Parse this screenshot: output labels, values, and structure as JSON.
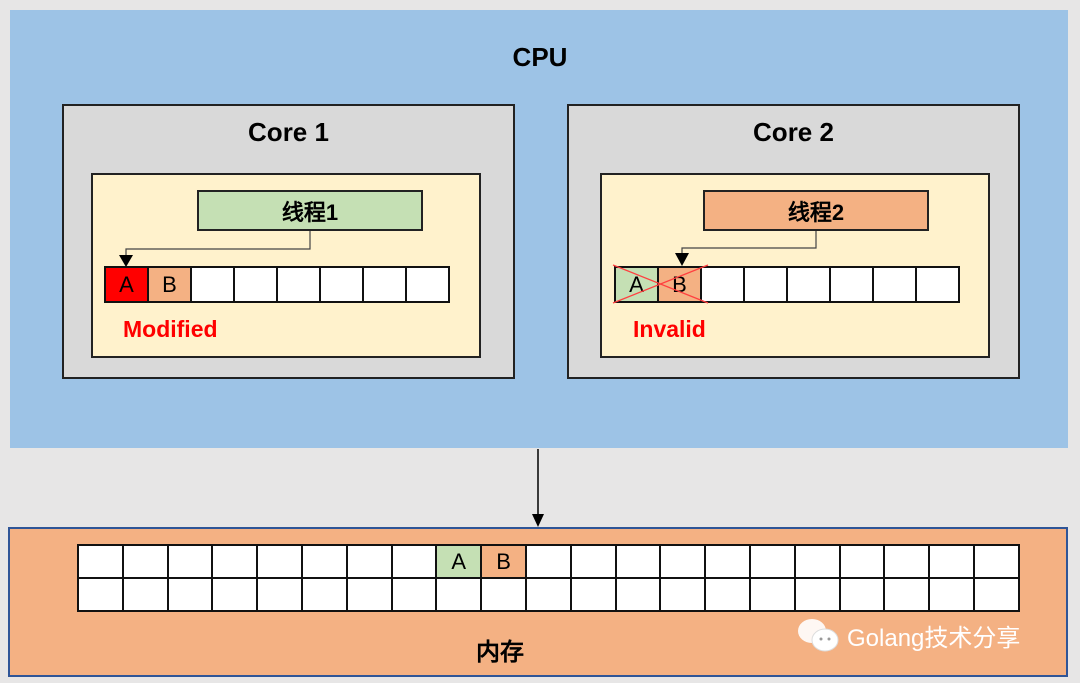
{
  "cpu": {
    "label": "CPU"
  },
  "cores": [
    {
      "label": "Core 1",
      "thread": "线程1",
      "state": "Modified",
      "cells": [
        "A",
        "B",
        "",
        "",
        "",
        "",
        "",
        ""
      ]
    },
    {
      "label": "Core 2",
      "thread": "线程2",
      "state": "Invalid",
      "cells": [
        "A",
        "B",
        "",
        "",
        "",
        "",
        "",
        ""
      ]
    }
  ],
  "memory": {
    "label": "内存",
    "cell_a": "A",
    "cell_b": "B"
  },
  "watermark": {
    "text": "Golang技术分享"
  },
  "colors": {
    "cpu": "#9dc3e6",
    "core": "#d9d9d9",
    "cache_area": "#fff2cc",
    "green": "#c5e0b4",
    "orange": "#f4b183",
    "red": "#ff0000"
  }
}
